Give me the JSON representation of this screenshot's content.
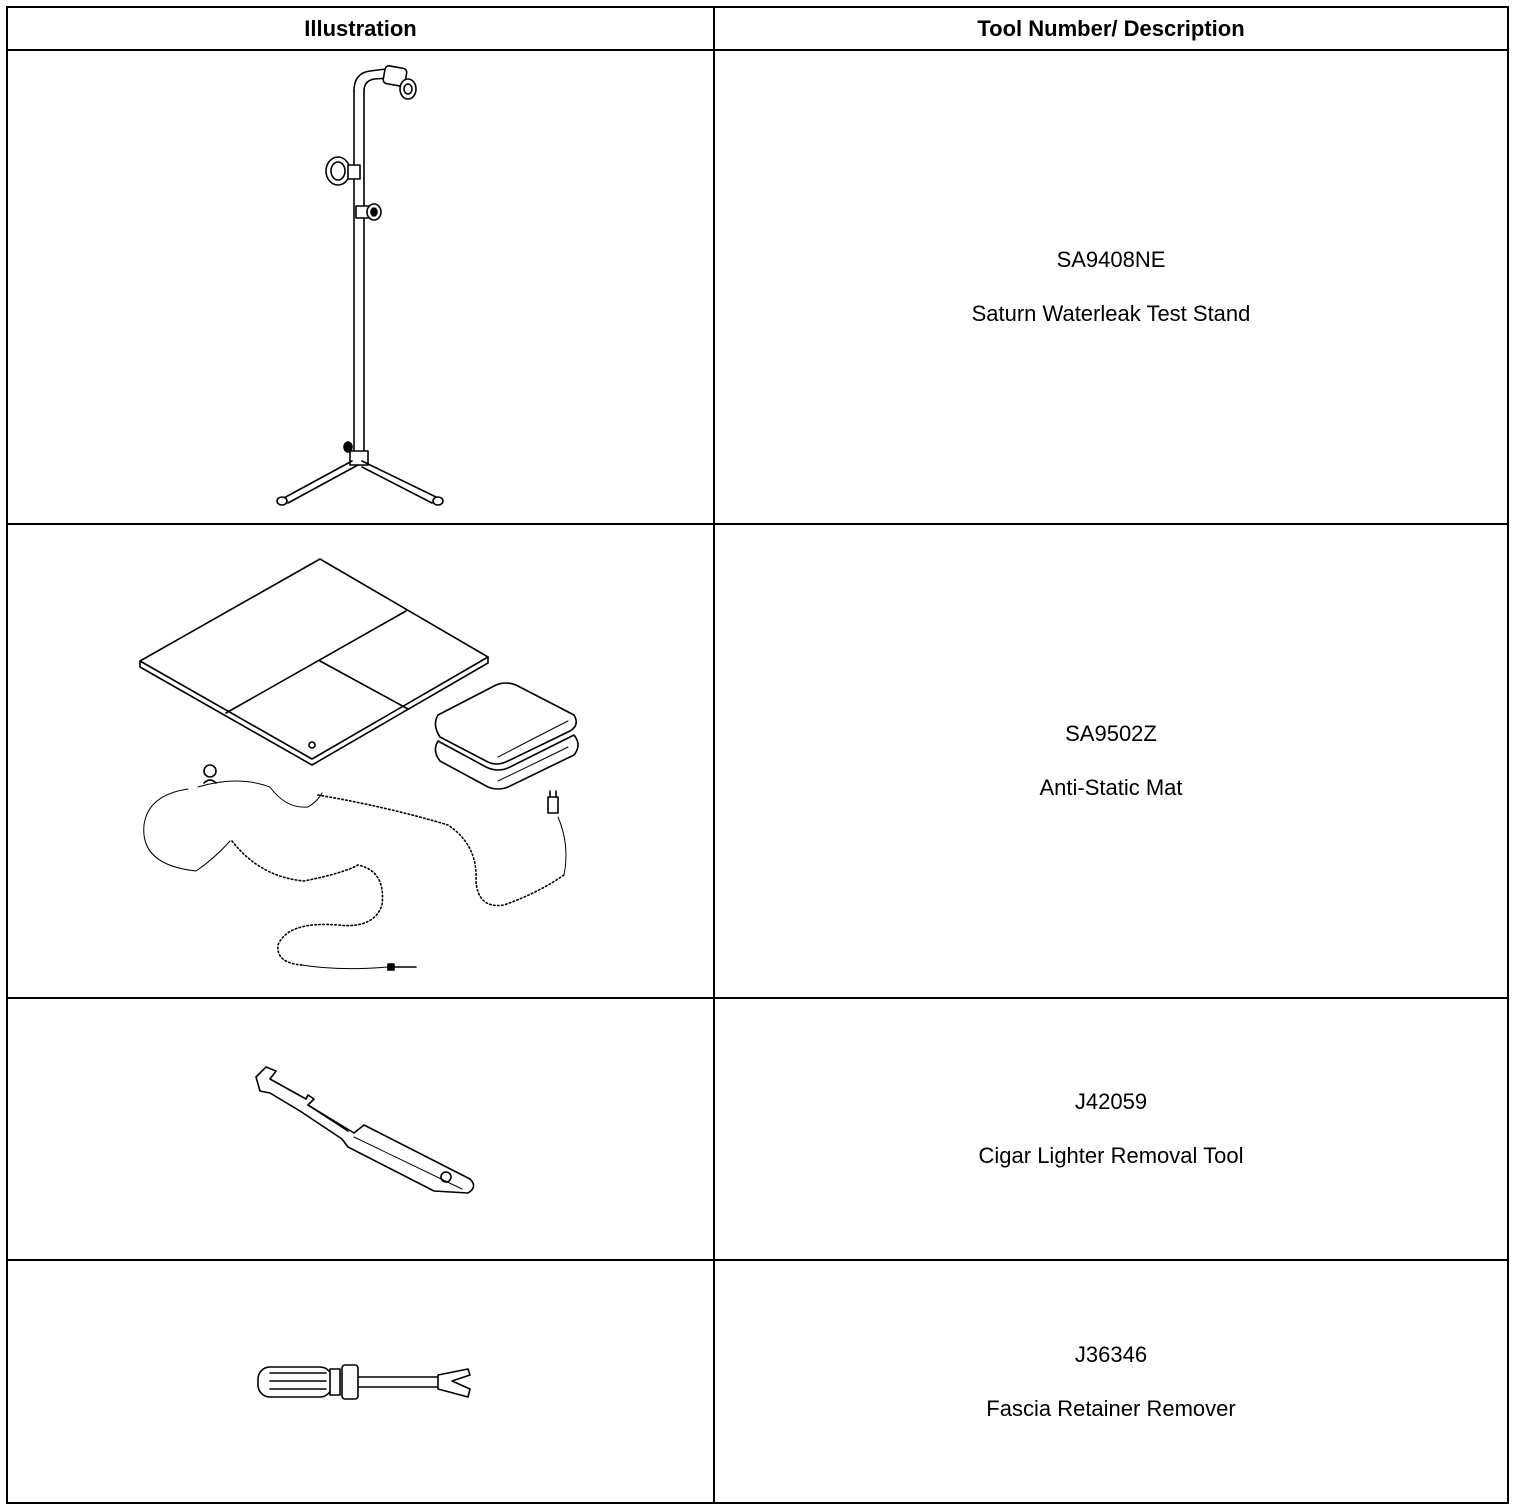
{
  "table": {
    "headers": {
      "illustration": "Illustration",
      "description": "Tool Number/ Description"
    },
    "rows": [
      {
        "tool_number": "SA9408NE",
        "description": "Saturn Waterleak Test Stand",
        "icon": "waterleak-test-stand-icon"
      },
      {
        "tool_number": "SA9502Z",
        "description": "Anti-Static Mat",
        "icon": "anti-static-mat-icon"
      },
      {
        "tool_number": "J42059",
        "description": "Cigar Lighter Removal Tool",
        "icon": "cigar-lighter-removal-tool-icon"
      },
      {
        "tool_number": "J36346",
        "description": "Fascia Retainer Remover",
        "icon": "fascia-retainer-remover-icon"
      }
    ]
  }
}
